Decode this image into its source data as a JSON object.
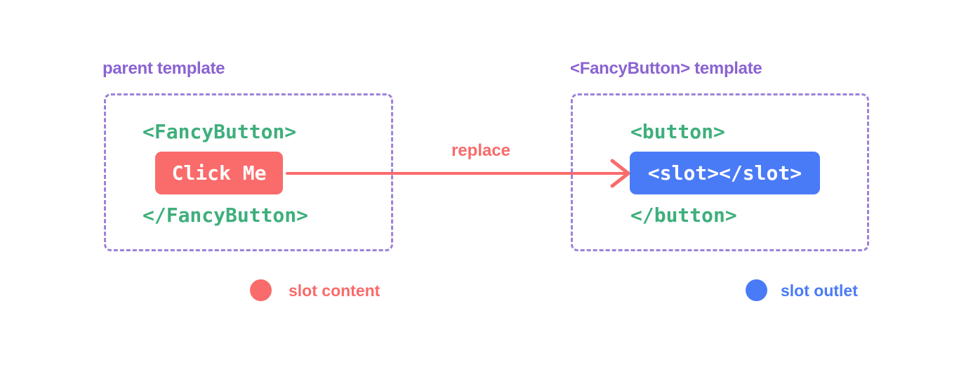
{
  "diagram": {
    "title_left": "parent template",
    "title_right": "<FancyButton> template"
  },
  "left_panel": {
    "heading": "parent template",
    "code_open": "<FancyButton>",
    "button_label": "Click Me",
    "code_close": "</FancyButton>"
  },
  "arrow": {
    "label": "replace",
    "direction": "left-to-right"
  },
  "right_panel": {
    "heading": "<FancyButton> template",
    "code_open": "<button>",
    "slot_label": "<slot></slot>",
    "code_close": "</button>"
  },
  "legend": [
    {
      "label": "slot content",
      "color": "#fa6b6b"
    },
    {
      "label": "slot outlet",
      "color": "#4a7bf7"
    }
  ],
  "colors": {
    "heading_purple": "#8a63d2",
    "border_purple": "#9d82d8",
    "code_green": "#3eaf7c",
    "coral": "#fa6b6b",
    "blue": "#4a7bf7",
    "background": "#ffffff"
  }
}
